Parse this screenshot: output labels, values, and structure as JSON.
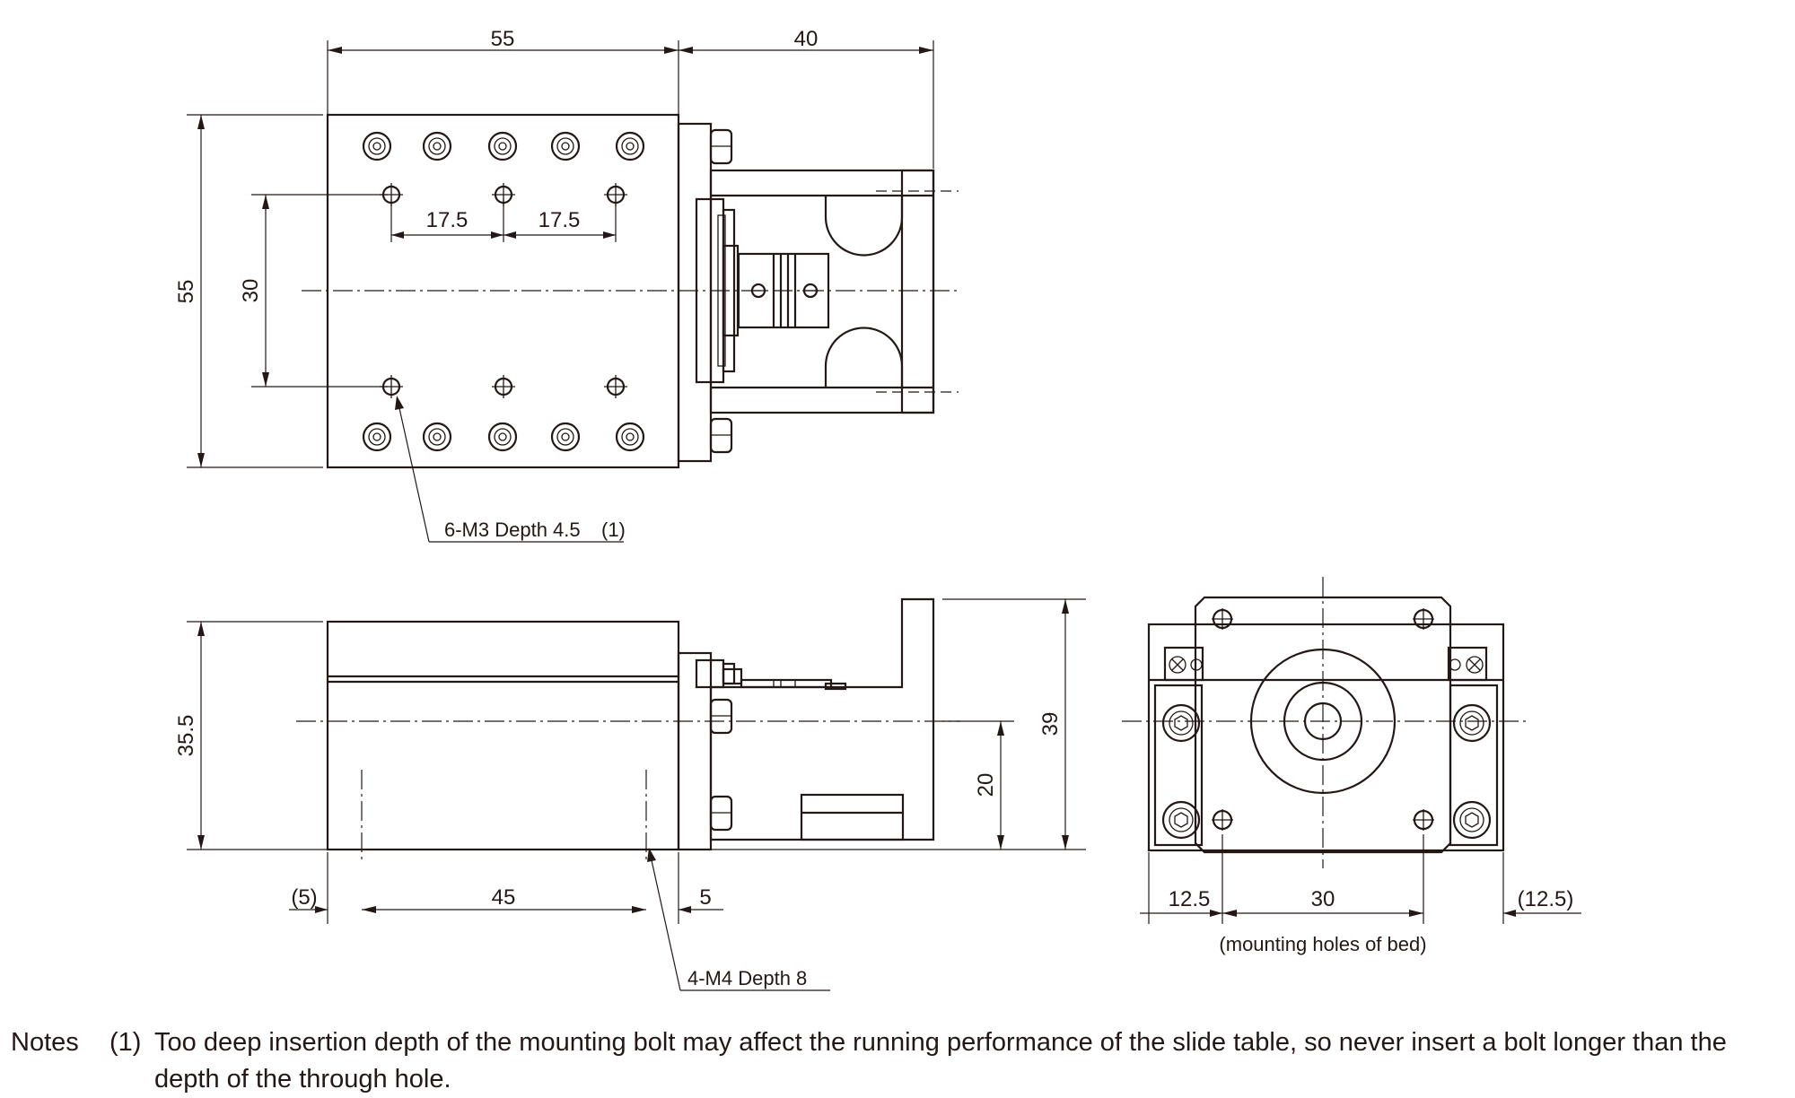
{
  "top_view": {
    "width_label": "55",
    "extension_label": "40",
    "height_label": "55",
    "hole_spacing_label": "30",
    "pitch_left_label": "17.5",
    "pitch_right_label": "17.5",
    "tap_callout": "6-M3 Depth 4.5",
    "tap_note_ref": "(1)"
  },
  "side_view": {
    "height_label": "35.5",
    "center_height_label": "20",
    "total_height_label": "39",
    "left_offset_label": "(5)",
    "hole_pitch_label": "45",
    "right_offset_label": "5",
    "tap_callout": "4-M4 Depth 8"
  },
  "end_view": {
    "left_label": "12.5",
    "pitch_label": "30",
    "right_label": "(12.5)",
    "caption": "(mounting holes of bed)"
  },
  "notes": {
    "label": "Notes",
    "mark": "(1)",
    "text": "Too deep insertion depth of the mounting bolt may affect the running performance of the slide table, so never insert a bolt longer than the depth of the through hole."
  }
}
